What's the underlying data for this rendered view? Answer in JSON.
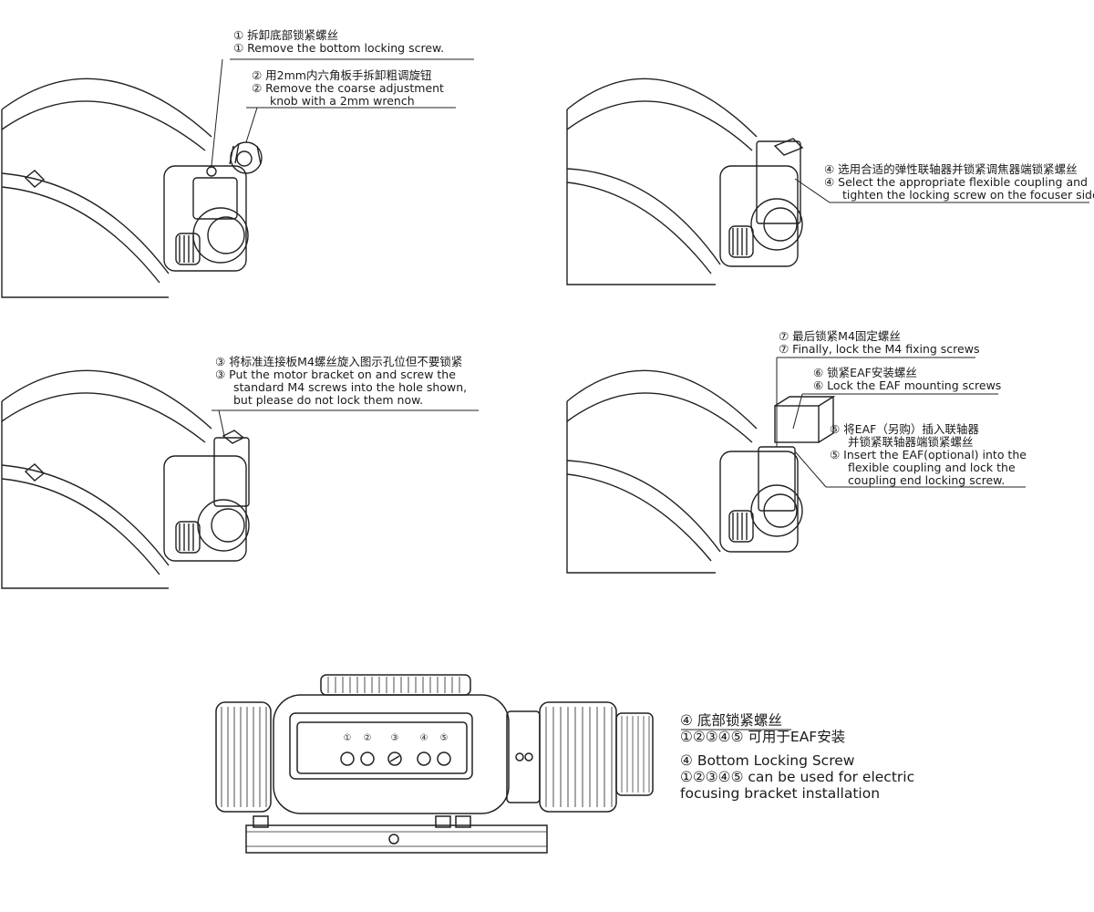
{
  "panels": {
    "step1": {
      "cn": "① 拆卸底部锁紧螺丝",
      "en": "① Remove the bottom locking screw."
    },
    "step2": {
      "cn": "② 用2mm内六角板手拆卸粗调旋钮",
      "en_1": "② Remove the coarse adjustment",
      "en_2": "knob with a 2mm wrench"
    },
    "step3": {
      "cn": "③ 将标准连接板M4螺丝旋入图示孔位但不要锁紧",
      "en_1": "③ Put the motor bracket on and screw the",
      "en_2": "standard M4 screws into the hole shown,",
      "en_3": "but please do not lock them now."
    },
    "step4": {
      "cn": "④ 选用合适的弹性联轴器并锁紧调焦器端锁紧螺丝",
      "en_1": "④ Select the appropriate flexible coupling and",
      "en_2": "tighten the locking screw on the focuser side."
    },
    "step5": {
      "cn_1": "⑤ 将EAF（另购）插入联轴器",
      "cn_2": "并锁紧联轴器端锁紧螺丝",
      "en_1": "⑤ Insert the EAF(optional) into the",
      "en_2": "flexible coupling and lock the",
      "en_3": "coupling end locking screw."
    },
    "step6": {
      "cn": "⑥ 锁紧EAF安装螺丝",
      "en": "⑥ Lock the EAF mounting screws"
    },
    "step7": {
      "cn": "⑦ 最后锁紧M4固定螺丝",
      "en": "⑦ Finally, lock the M4 fixing screws"
    }
  },
  "bottom": {
    "hole_labels": [
      "①",
      "②",
      "③",
      "④",
      "⑤"
    ],
    "cn_1": "④ 底部锁紧螺丝",
    "cn_2": "①②③④⑤ 可用于EAF安装",
    "en_1": "④ Bottom Locking Screw",
    "en_2": "①②③④⑤ can be used for electric",
    "en_3": "focusing bracket installation"
  }
}
